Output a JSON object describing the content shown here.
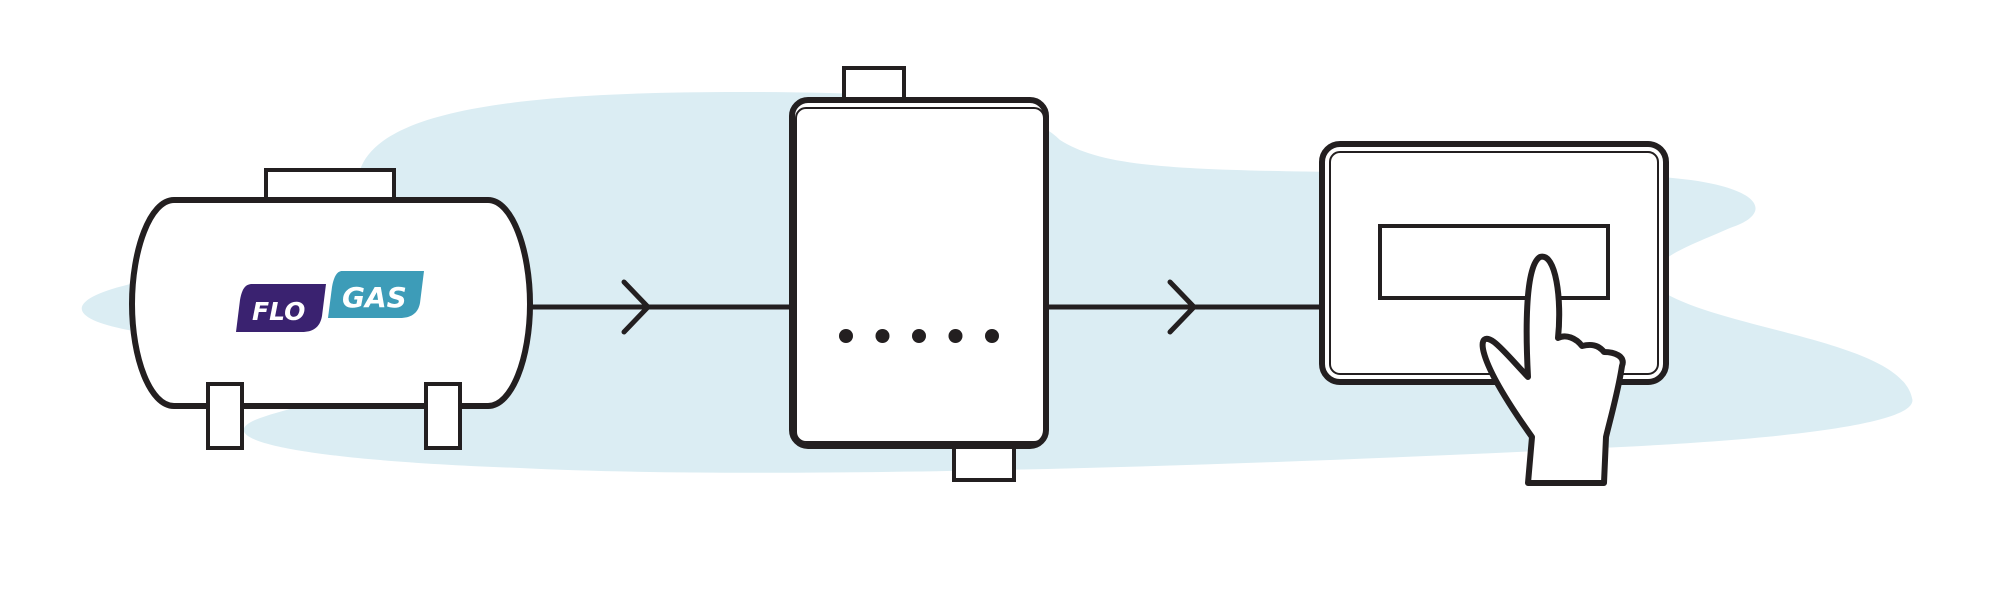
{
  "colors": {
    "outline": "#231f20",
    "background_cloud": "#dbedf3",
    "brand_flo": "#3a2270",
    "brand_gas": "#3d9cb8",
    "fill": "#ffffff"
  },
  "logo": {
    "part1": "FLO",
    "part2": "GAS"
  },
  "components": {
    "tank": {
      "icon": "gas-tank-icon"
    },
    "boiler": {
      "icon": "water-heater-icon",
      "indicator_dot_count": 5
    },
    "controller": {
      "icon": "control-panel-icon"
    },
    "hand": {
      "icon": "pointing-hand-icon"
    }
  },
  "flow": {
    "arrows": [
      "flow-arrow-icon",
      "flow-arrow-icon"
    ]
  }
}
